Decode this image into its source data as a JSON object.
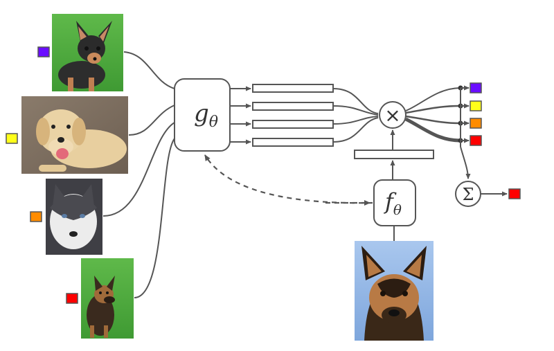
{
  "functions": {
    "g": "g",
    "g_sub": "θ",
    "f": "f",
    "f_sub": "θ",
    "multiply_symbol": "×",
    "sum_symbol": "Σ"
  },
  "support_images": [
    {
      "name": "chihuahua",
      "label_color": "#6a0dff"
    },
    {
      "name": "labrador",
      "label_color": "#ffff1a"
    },
    {
      "name": "husky",
      "label_color": "#ff8c00"
    },
    {
      "name": "german-shepherd",
      "label_color": "#ff0000"
    }
  ],
  "query_image": {
    "name": "german-shepherd-query"
  },
  "output_colors": [
    "#6a0dff",
    "#ffff1a",
    "#ff8c00",
    "#ff0000"
  ],
  "final_output_color": "#ff0000",
  "colors": {
    "line": "#555555",
    "box_stroke": "#555555"
  }
}
